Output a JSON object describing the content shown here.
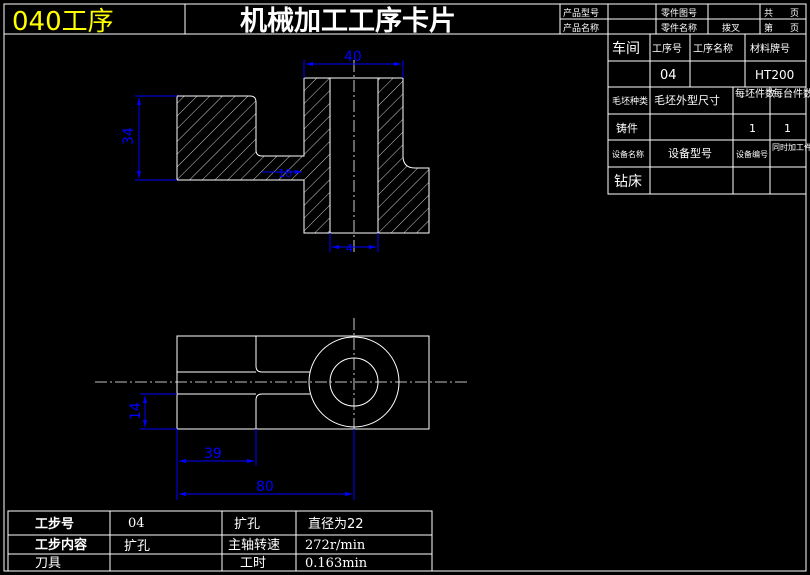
{
  "header": {
    "op_label": "040工序",
    "title": "机械加工工序卡片",
    "product_model_label": "产品型号",
    "part_drawing_label": "零件图号",
    "product_name_label": "产品名称",
    "part_name_label": "零件名称",
    "part_name_value": "拨叉",
    "total_label": "共",
    "pages_label": "页",
    "page_no_label": "第",
    "page_label2": "页"
  },
  "info_table": {
    "workshop_label": "车间",
    "process_no_label": "工序号",
    "process_name_label": "工序名称",
    "material_label": "材料牌号",
    "process_no": "04",
    "material": "HT200",
    "blank_type_label": "毛坯种类",
    "blank_size_label": "毛坯外型尺寸",
    "per_blank_label": "每坯件数",
    "per_machine_label": "每台件数",
    "blank_type": "铸件",
    "per_blank": "1",
    "per_machine": "1",
    "equip_name_label": "设备名称",
    "equip_model_label": "设备型号",
    "equip_no_label": "设备编号",
    "concurrent_label": "同时加工件数",
    "equip_name": "钻床"
  },
  "dimensions": {
    "top_width": "40",
    "left_height": "34",
    "center_small": "10",
    "bottom_small": "4",
    "bottom_height": "14",
    "dim_39": "39",
    "dim_80": "80"
  },
  "bottom_table": {
    "step_no_label": "工步号",
    "step_no": "04",
    "op_type": "扩孔",
    "diameter_note": "直径为22",
    "step_content_label": "工步内容",
    "step_content": "扩孔",
    "spindle_label": "主轴转速",
    "spindle_value": "272r/min",
    "tool_label": "刀具",
    "time_label": "工时",
    "time_value": "0.163min"
  },
  "colors": {
    "line": "#ffffff",
    "dimension": "#0000ff",
    "op_label": "#ffff00",
    "background": "#000000"
  }
}
